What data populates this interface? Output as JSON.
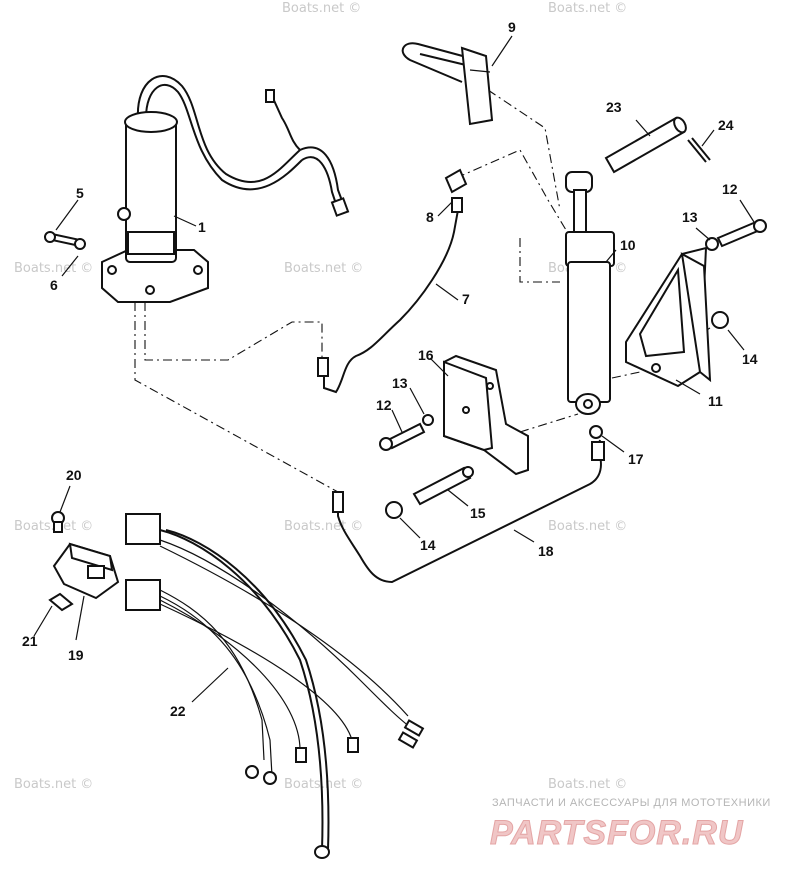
{
  "callouts": [
    "1",
    "5",
    "6",
    "7",
    "8",
    "9",
    "23",
    "24",
    "12",
    "13",
    "10",
    "14",
    "11",
    "16",
    "13",
    "12",
    "17",
    "15",
    "14",
    "18",
    "20",
    "19",
    "21",
    "22"
  ],
  "watermark": "Boats.net ©",
  "branding": {
    "tagline": "ЗАПЧАСТИ И АКСЕССУАРЫ ДЛЯ МОТОТЕХНИКИ",
    "logo": "PARTSFOR.RU"
  },
  "colors": {
    "ink": "#111111",
    "watermark": "#c9c9c9",
    "logo": "#e4a5a5"
  }
}
